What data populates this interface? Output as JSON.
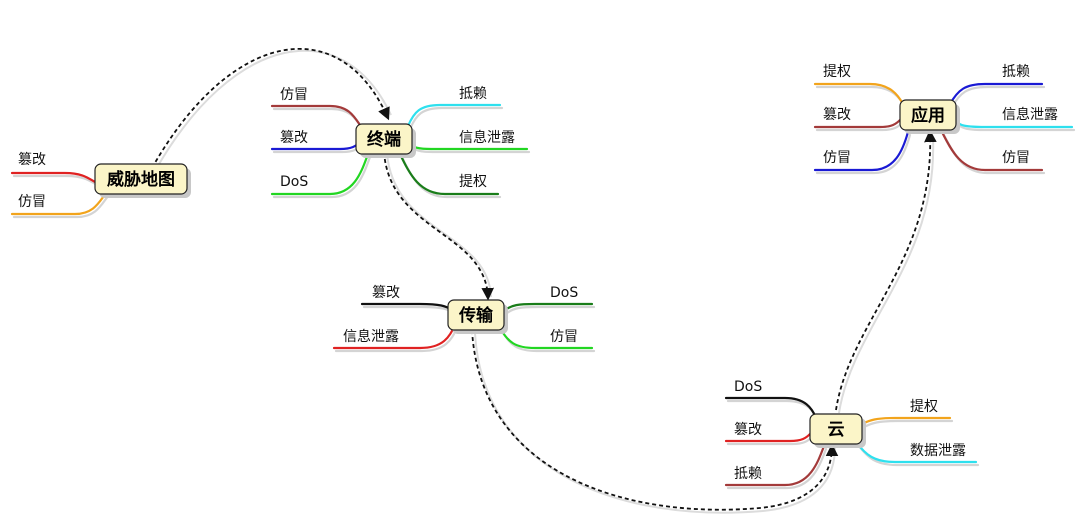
{
  "colors": {
    "red": "#e02222",
    "orange": "#f2a41c",
    "darkred": "#a33a3a",
    "blue": "#1a1ad4",
    "green": "#22d622",
    "cyan": "#2ee0ee",
    "darkgreen": "#1a7d1a",
    "black": "#111111",
    "node_fill": "#fbf5c8"
  },
  "nodes": {
    "threat_map": {
      "title": "威胁地图",
      "branches": [
        {
          "label": "篡改",
          "color": "red"
        },
        {
          "label": "仿冒",
          "color": "orange"
        }
      ]
    },
    "terminal": {
      "title": "终端",
      "branches": [
        {
          "label": "仿冒",
          "color": "darkred"
        },
        {
          "label": "篡改",
          "color": "blue"
        },
        {
          "label": "DoS",
          "color": "green"
        },
        {
          "label": "抵赖",
          "color": "cyan"
        },
        {
          "label": "信息泄露",
          "color": "green"
        },
        {
          "label": "提权",
          "color": "darkgreen"
        }
      ]
    },
    "transport": {
      "title": "传输",
      "branches": [
        {
          "label": "篡改",
          "color": "black"
        },
        {
          "label": "信息泄露",
          "color": "red"
        },
        {
          "label": "DoS",
          "color": "darkgreen"
        },
        {
          "label": "仿冒",
          "color": "green"
        }
      ]
    },
    "application": {
      "title": "应用",
      "branches": [
        {
          "label": "提权",
          "color": "orange"
        },
        {
          "label": "篡改",
          "color": "darkred"
        },
        {
          "label": "仿冒",
          "color": "blue"
        },
        {
          "label": "抵赖",
          "color": "blue"
        },
        {
          "label": "信息泄露",
          "color": "cyan"
        },
        {
          "label": "仿冒",
          "color": "darkred"
        }
      ]
    },
    "cloud": {
      "title": "云",
      "branches": [
        {
          "label": "DoS",
          "color": "black"
        },
        {
          "label": "篡改",
          "color": "red"
        },
        {
          "label": "抵赖",
          "color": "darkred"
        },
        {
          "label": "提权",
          "color": "orange"
        },
        {
          "label": "数据泄露",
          "color": "cyan"
        }
      ]
    }
  },
  "links": [
    {
      "from": "威胁地图",
      "to": "终端"
    },
    {
      "from": "终端",
      "to": "传输"
    },
    {
      "from": "传输",
      "to": "云"
    },
    {
      "from": "云",
      "to": "应用"
    }
  ]
}
